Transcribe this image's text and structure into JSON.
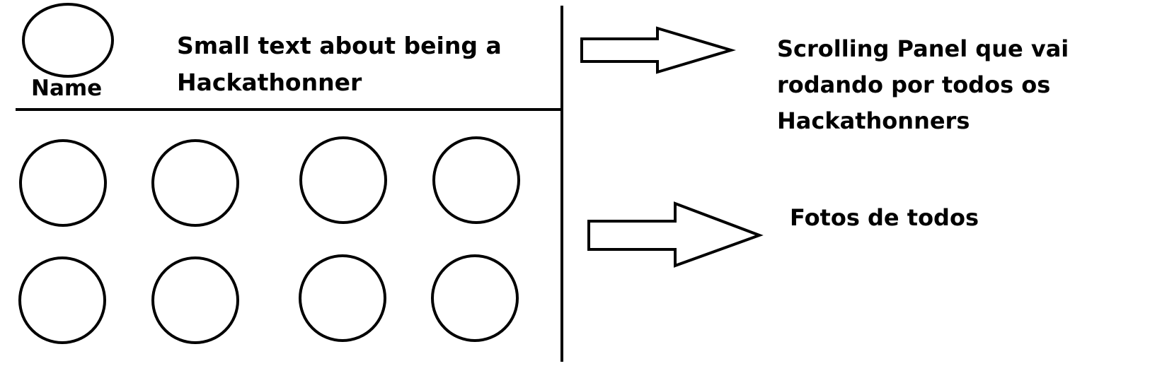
{
  "profile": {
    "name_label": "Name",
    "intro_lines": [
      "Small text about being a",
      "Hackathonner"
    ]
  },
  "photo_grid": {
    "rows": 2,
    "columns": 4
  },
  "annotations": {
    "scrolling_panel_lines": [
      "Scrolling Panel que vai",
      "rodando por todos os",
      "Hackathonners"
    ],
    "photos_label": "Fotos de todos"
  },
  "colors": {
    "stroke": "#000000",
    "background": "#ffffff"
  },
  "icons": {
    "pointer_arrow": "right-arrow-icon",
    "avatar": "circle-placeholder"
  }
}
